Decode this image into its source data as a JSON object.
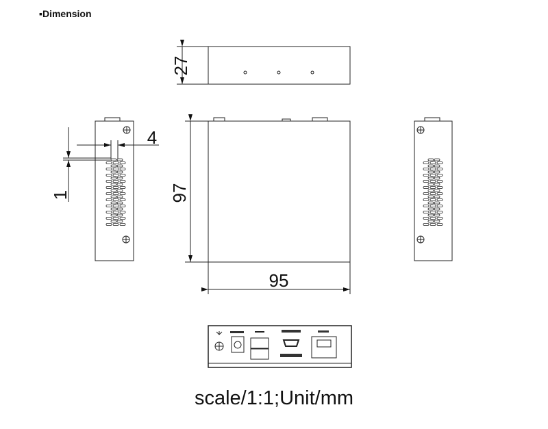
{
  "heading": "▪Dimension",
  "dimensions": {
    "height": "27",
    "length": "97",
    "width": "95",
    "slot_width": "4",
    "slot_gap": "1"
  },
  "caption": "scale/1:1;Unit/mm"
}
